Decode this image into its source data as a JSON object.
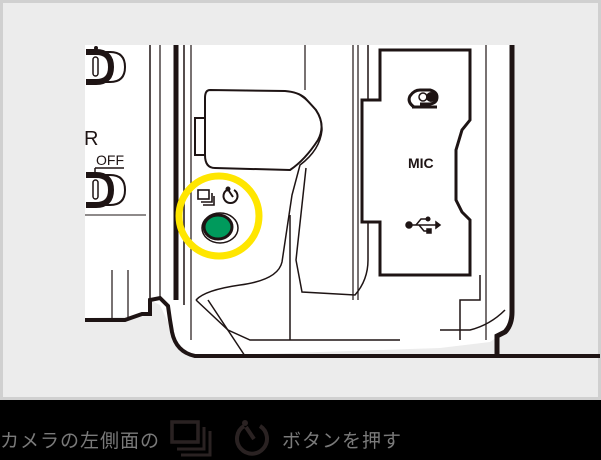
{
  "illustration": {
    "description": "Left side of camera with release-mode / self-timer button highlighted",
    "panel_background": "#ececec",
    "highlight_color": "#ffe600",
    "button_color": "#009a5c",
    "labels": {
      "mic": "MIC",
      "off": "OFF",
      "r_letter": "R"
    },
    "icons": [
      "release-mode-icon",
      "self-timer-icon",
      "headphone-icon",
      "usb-icon"
    ]
  },
  "caption": {
    "text_before": "カメラの左側面の",
    "icon1": "release-mode-icon",
    "icon2": "self-timer-icon",
    "text_after": "ボタンを押す",
    "text_color": "#7a7a7a"
  }
}
